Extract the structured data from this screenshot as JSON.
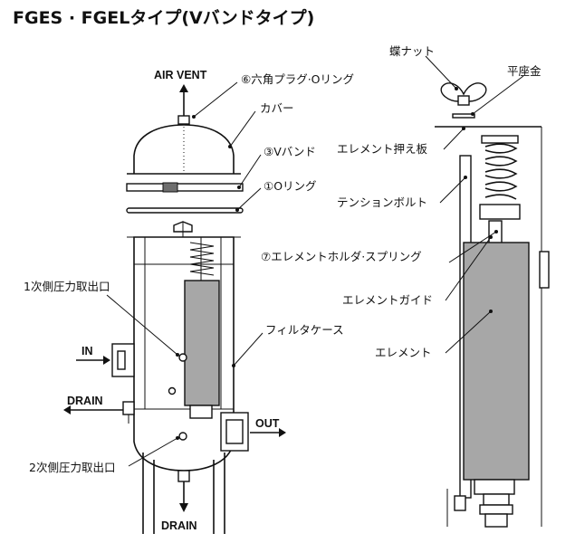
{
  "title": "FGES · FGELタイプ(Vバンドタイプ)",
  "flow_labels": {
    "air_vent": "AIR VENT",
    "in": "IN",
    "drain_side": "DRAIN",
    "out": "OUT",
    "drain_bottom": "DRAIN"
  },
  "part_labels": {
    "hex_plug": "⑥六角プラグ·Oリング",
    "cover": "カバー",
    "v_band": "③Vバンド",
    "o_ring": "①Oリング",
    "primary_pressure_port": "1次側圧力取出口",
    "filter_case": "フィルタケース",
    "secondary_pressure_port": "2次側圧力取出口",
    "wing_nut": "蝶ナット",
    "flat_washer": "平座金",
    "element_presser_plate": "エレメント押え板",
    "tension_bolt": "テンションボルト",
    "element_holder_spring": "⑦エレメントホルダ·スプリング",
    "element_guide": "エレメントガイド",
    "element": "エレメント"
  },
  "colors": {
    "line": "#111111",
    "element_fill": "#a7a7a7",
    "background": "#ffffff"
  }
}
